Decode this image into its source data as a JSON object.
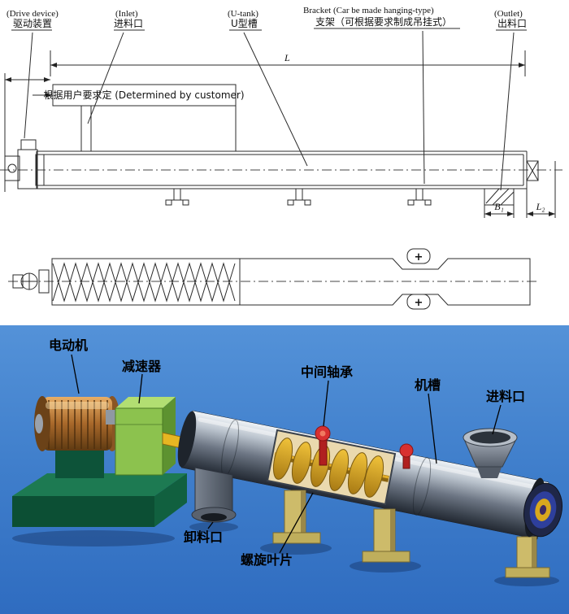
{
  "top": {
    "drive_device_en": "(Drive device)",
    "drive_device_zh": "驱动装置",
    "inlet_en": "(Inlet)",
    "inlet_zh": "进料口",
    "u_tank_en": "(U-tank)",
    "u_tank_zh": "U型槽",
    "bracket_en": "Bracket (Car be made hanging-type)",
    "bracket_zh": "支架（可根据要求制成吊挂式）",
    "outlet_en": "(Outlet)",
    "outlet_zh": "出料口",
    "dim_l": "L",
    "customer_note": "根据用户要求定  (Determined by customer)",
    "dim_b1": "B₁",
    "dim_l2": "L₂",
    "plus": "+"
  },
  "bottom": {
    "motor": "电动机",
    "reducer": "减速器",
    "middle_bearing": "中间轴承",
    "casing": "机槽",
    "inlet": "进料口",
    "discharge": "卸料口",
    "spiral_blade": "螺旋叶片"
  }
}
